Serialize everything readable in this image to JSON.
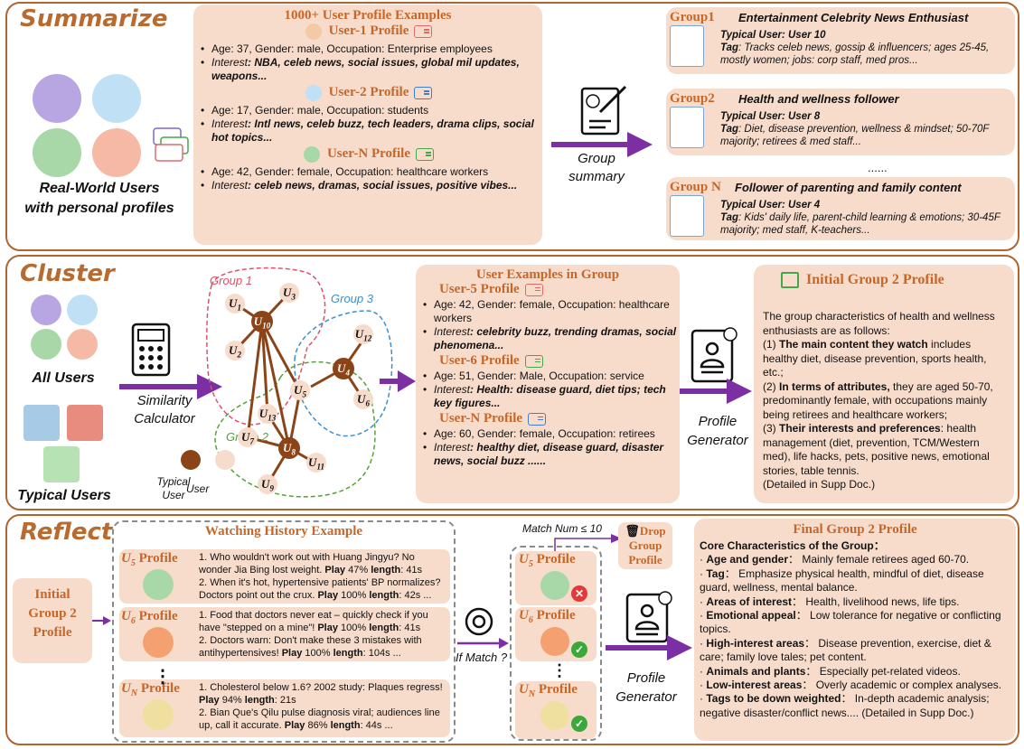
{
  "stages": {
    "summarize": "Summarize",
    "cluster": "Cluster",
    "reflect": "Reflect"
  },
  "summarize": {
    "users_label_1": "Real-World Users",
    "users_label_2": "with personal profiles",
    "examples_title": "1000+ User Profile Examples",
    "profiles": [
      {
        "name": "User-1 Profile",
        "basic": "Age: 37, Gender: male, Occupation: Enterprise employees",
        "interest_label": "Interest",
        "interest": ": NBA, celeb news, social issues, global mil updates, weapons...",
        "badge_color": "#e06a6a"
      },
      {
        "name": "User-2 Profile",
        "basic": "Age: 17, Gender: male, Occupation: students",
        "interest_label": "Interest",
        "interest": ": Intl news, celeb buzz, tech leaders, drama clips, social hot topics...",
        "badge_color": "#3d7fd0"
      },
      {
        "name": "User-N Profile",
        "basic": "Age: 42, Gender: female, Occupation: healthcare workers",
        "interest_label": "Interest",
        "interest": ": celeb news, dramas, social issues, positive vibes...",
        "badge_color": "#46a64a"
      }
    ],
    "group_summary_1": "Group",
    "group_summary_2": "summary",
    "groups": [
      {
        "id": "Group1",
        "name": "Entertainment Celebrity News Enthusiast",
        "typical": "Typical User: User 10",
        "tag_label": "Tag",
        "tag": ": Tracks celeb news, gossip & influencers; ages 25-45, mostly women; jobs: corp staff, med pros..."
      },
      {
        "id": "Group2",
        "name": "Health and wellness follower",
        "typical": "Typical User: User 8",
        "tag_label": "Tag",
        "tag": ": Diet, disease prevention, wellness & mindset; 50-70F majority; retirees & med staff..."
      },
      {
        "id": "Group N",
        "name": "Follower of parenting and family content",
        "typical": "Typical User: User 4",
        "tag_label": "Tag",
        "tag": ": Kids' daily life, parent-child learning & emotions; 30-45F majority; med staff, K-teachers..."
      }
    ],
    "ellipsis": "......"
  },
  "cluster": {
    "all_users": "All Users",
    "typical_users": "Typical Users",
    "calc_1": "Similarity",
    "calc_2": "Calculator",
    "group1": "Group 1",
    "group2": "Group 2",
    "group3": "Group 3",
    "legend_typical_1": "Typical",
    "legend_typical_2": "User",
    "legend_user": "User",
    "examples_title": "User Examples in Group",
    "profiles": [
      {
        "name": "User-5 Profile",
        "basic": "Age: 42, Gender: female, Occupation: healthcare workers",
        "interest_label": "Interest",
        "interest": ": celebrity buzz, trending dramas, social phenomena...",
        "badge_color": "#e06a6a"
      },
      {
        "name": "User-6 Profile",
        "basic": "Age: 51, Gender: Male, Occupation:  service",
        "interest_label": "Interest",
        "interest": ": Health: disease guard, diet tips; tech key figures...",
        "badge_color": "#46a64a"
      },
      {
        "name": "User-N Profile",
        "basic": "Age: 60, Gender: female, Occupation: retirees",
        "interest_label": "Interest",
        "interest": ": healthy diet, disease guard, disaster news, social buzz ......",
        "badge_color": "#3d7fd0"
      }
    ],
    "gen_1": "Profile",
    "gen_2": "Generator",
    "init_title": "Initial Group 2 Profile",
    "init_intro": "The group characteristics of health and wellness enthusiasts are as follows:",
    "init_p1_a": "(1) ",
    "init_p1_b": "The main content they watch",
    "init_p1_c": " includes healthy diet, disease prevention, sports health, etc.;",
    "init_p2_a": "(2) ",
    "init_p2_b": "In terms of attributes,",
    "init_p2_c": " they are aged 50-70, predominantly female, with occupations mainly being retirees and healthcare workers;",
    "init_p3_a": "(3) ",
    "init_p3_b": "Their interests and preferences",
    "init_p3_c": ": health management (diet, prevention, TCM/Western med), life hacks, pets, positive news, emotional stories, table tennis.",
    "init_p4": "(Detailed in Supp Doc.)"
  },
  "reflect": {
    "initial_1": "Initial",
    "initial_2": "Group 2",
    "initial_3": "Profile",
    "history_title": "Watching History Example",
    "history": [
      {
        "label": "Profile",
        "sub": "5",
        "l1": "1. Who wouldn't work out with Huang Jingyu? No wonder Jia Bing lost weight. ",
        "p1": "Play",
        "v1": " 47% ",
        "k1": "length",
        "t1": ": 41s",
        "l2": "2. When it's hot, hypertensive patients' BP normalizes? Doctors point out the crux. ",
        "p2": "Play",
        "v2": " 100% ",
        "k2": "length",
        "t2": ": 42s ..."
      },
      {
        "label": "Profile",
        "sub": "6",
        "l1": "1. Food that doctors never eat – quickly check if you have \"stepped on a mine\"!  ",
        "p1": "Play",
        "v1": " 100% ",
        "k1": "length",
        "t1": ": 41s",
        "l2": "2. Doctors warn: Don't make these 3 mistakes with antihypertensives! ",
        "p2": "Play",
        "v2": " 100% ",
        "k2": "length",
        "t2": ": 104s ..."
      },
      {
        "label": "Profile",
        "sub": "N",
        "l1": "1. Cholesterol below 1.6? 2002 study: Plaques regress! ",
        "p1": "Play",
        "v1": " 94%  ",
        "k1": "length",
        "t1": ": 21s",
        "l2": "2. Bian Que's Qilu pulse diagnosis viral; audiences line up, call it accurate. ",
        "p2": "Play",
        "v2": " 86%  ",
        "k2": "length",
        "t2": ": 44s ..."
      }
    ],
    "vdots": "⋮",
    "if_match": "If Match ?",
    "match_num": "Match Num  ≤ 10",
    "drop_1": "Drop",
    "drop_2": "Group",
    "drop_3": "Profile",
    "gen_1": "Profile",
    "gen_2": "Generator",
    "final_title": "Final Group 2 Profile",
    "core": "Core Characteristics of the Group：",
    "items": [
      {
        "k": "Age and gender",
        "v": "： Mainly female retirees aged 60-70."
      },
      {
        "k": "Tag",
        "v": "： Emphasize physical health, mindful of diet, disease guard, wellness, mental balance."
      },
      {
        "k": "Areas of interest",
        "v": "： Health, livelihood news, life tips."
      },
      {
        "k": "Emotional appeal",
        "v": "： Low tolerance for negative or conflicting topics."
      },
      {
        "k": "High-interest areas",
        "v": "： Disease prevention, exercise, diet & care; family love tales; pet content."
      },
      {
        "k": "Animals and plants",
        "v": "： Especially pet-related videos."
      },
      {
        "k": "Low-interest areas",
        "v": "： Overly academic or complex analyses."
      },
      {
        "k": "Tags to be down weighted",
        "v": "： In-depth academic analysis; negative disaster/conflict news.... (Detailed in Supp Doc.)"
      }
    ]
  },
  "colors": {
    "brand": "#b86a2f",
    "card": "#f8dccb",
    "arrow": "#7b2fa3",
    "typical_node": "#8a4418"
  }
}
